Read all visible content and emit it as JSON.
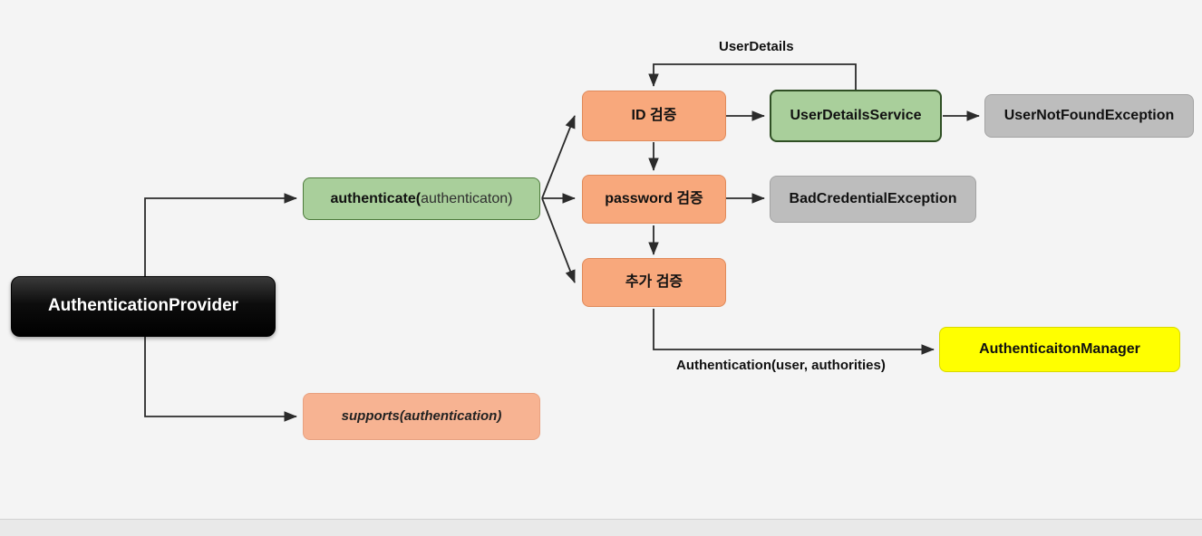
{
  "diagram": {
    "title": "AuthenticationProvider flow",
    "background": "#f4f4f4",
    "nodes": [
      {
        "id": "provider",
        "label": "AuthenticationProvider",
        "color": "#000000"
      },
      {
        "id": "authenticate_prefix",
        "label": "authenticate(",
        "color": "#a9cf9b"
      },
      {
        "id": "authenticate_arg",
        "label": "authenticaton)",
        "color": "#a9cf9b"
      },
      {
        "id": "supports",
        "label": "supports(authentication)",
        "color": "#f7b392"
      },
      {
        "id": "id_check",
        "label": "ID 검증",
        "color": "#f8a87c"
      },
      {
        "id": "password_check",
        "label": "password 검증",
        "color": "#f8a87c"
      },
      {
        "id": "extra_check",
        "label": "추가 검증",
        "color": "#f8a87c"
      },
      {
        "id": "user_details_service",
        "label": "UserDetailsService",
        "color": "#a9cf9b"
      },
      {
        "id": "user_not_found",
        "label": "UserNotFoundException",
        "color": "#bdbdbd"
      },
      {
        "id": "bad_credential",
        "label": "BadCredentialException",
        "color": "#bdbdbd"
      },
      {
        "id": "authentication_manager",
        "label": "AuthenticaitonManager",
        "color": "#ffff00"
      }
    ],
    "edge_labels": [
      {
        "id": "user_details",
        "label": "UserDetails"
      },
      {
        "id": "authentication_result",
        "label": "Authentication(user, authorities)"
      }
    ]
  }
}
